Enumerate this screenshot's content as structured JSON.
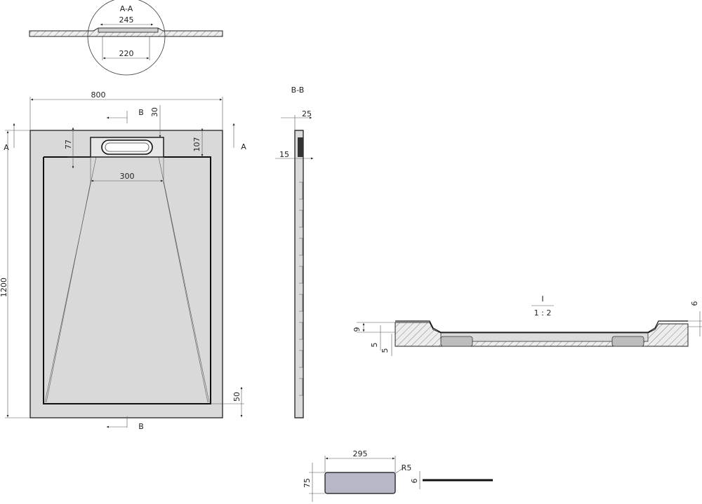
{
  "section_aa": {
    "title": "A-A",
    "dim_outer": "245",
    "dim_inner": "220"
  },
  "plan": {
    "width": "800",
    "height": "1200",
    "grate_width": "300",
    "grate_depth": "30",
    "top_offset": "77",
    "top_offset_right": "107",
    "bottom_margin": "50",
    "section_a": "A",
    "section_b": "B"
  },
  "section_bb": {
    "title": "B-B",
    "dim_top": "25",
    "dim_depth": "15"
  },
  "detail_i": {
    "label": "I",
    "scale": "1 : 2",
    "dim_6": "6",
    "dim_9": "9",
    "dim_5a": "5",
    "dim_5b": "5"
  },
  "grate": {
    "width": "295",
    "height": "75",
    "radius": "R5",
    "thickness": "6"
  },
  "colors": {
    "tray": "#d9d9d9",
    "grate_fill": "#b7b7c8",
    "line": "#111111"
  }
}
